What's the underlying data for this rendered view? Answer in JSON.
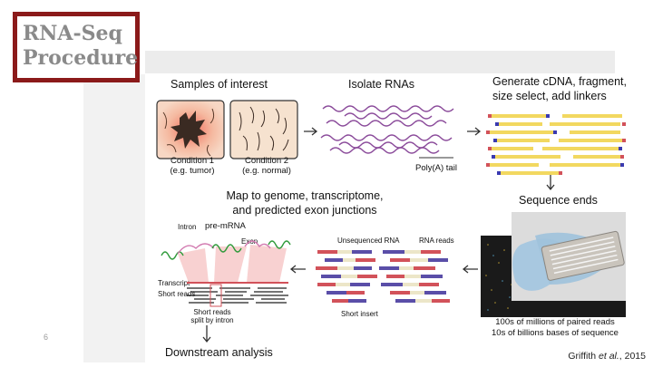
{
  "title": {
    "line1": "RNA-Seq",
    "line2": "Procedure"
  },
  "slide_number": "6",
  "citation": {
    "author": "Griffith",
    "etal": "et al.",
    "year": ", 2015"
  },
  "steps": {
    "samples": "Samples of interest",
    "isolate": "Isolate RNAs",
    "generate_line1": "Generate cDNA, fragment,",
    "generate_line2": "size select, add linkers",
    "sequence_ends": "Sequence ends",
    "map_line1": "Map to genome, transcriptome,",
    "map_line2": "and predicted exon junctions",
    "downstream": "Downstream analysis"
  },
  "conditions": {
    "c1_name": "Condition 1",
    "c1_note": "(e.g. tumor)",
    "c2_name": "Condition 2",
    "c2_note": "(e.g. normal)"
  },
  "polya_label": "Poly(A) tail",
  "mapping_labels": {
    "intron": "Intron",
    "pre_mrna": "pre-mRNA",
    "exon": "Exon",
    "transcript": "Transcript",
    "short_reads": "Short reads",
    "split_line1": "Short reads",
    "split_line2": "split by intron"
  },
  "reads_labels": {
    "unsequenced": "Unsequenced RNA",
    "rna_reads": "RNA reads",
    "short_insert": "Short insert"
  },
  "sequencing_caption": {
    "line1": "100s of millions of paired reads",
    "line2": "10s of billions bases of sequence"
  },
  "colors": {
    "title_border": "#8b1a1a",
    "title_text": "#8a8a8a",
    "cdna_yellow": "#f2d860",
    "read_red": "#d2525a",
    "read_blue": "#5a4ea8",
    "exon_green": "#2f9a3a",
    "rna_purple": "#8a4a9a"
  }
}
